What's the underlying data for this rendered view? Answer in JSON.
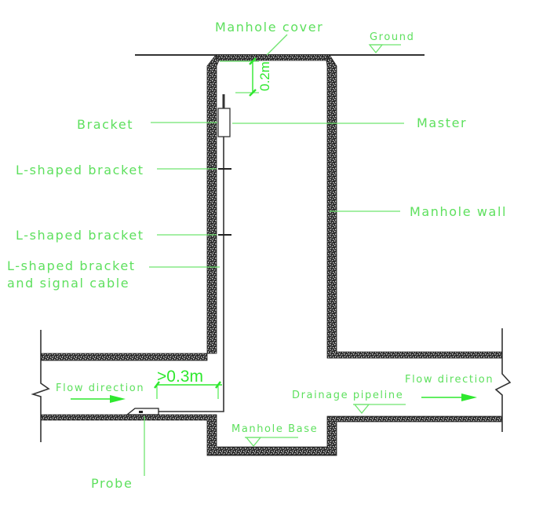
{
  "diagram": {
    "labels": {
      "manhole_cover": "Manhole cover",
      "ground": "Ground",
      "bracket": "Bracket",
      "master": "Master",
      "l_bracket_1": "L-shaped bracket",
      "l_bracket_2": "L-shaped bracket",
      "l_bracket_cable_line1": "L-shaped bracket",
      "l_bracket_cable_line2": "and signal cable",
      "manhole_wall": "Manhole wall",
      "flow_left": "Flow direction",
      "flow_right": "Flow direction",
      "drainage_pipeline": "Drainage pipeline",
      "manhole_base": "Manhole Base",
      "probe": "Probe"
    },
    "dimensions": {
      "cover_to_master": "0.2m",
      "probe_distance": ">0.3m"
    },
    "colors": {
      "annotation": "#5ee05e",
      "dimension": "#2ee82e",
      "structure": "#222222"
    }
  }
}
